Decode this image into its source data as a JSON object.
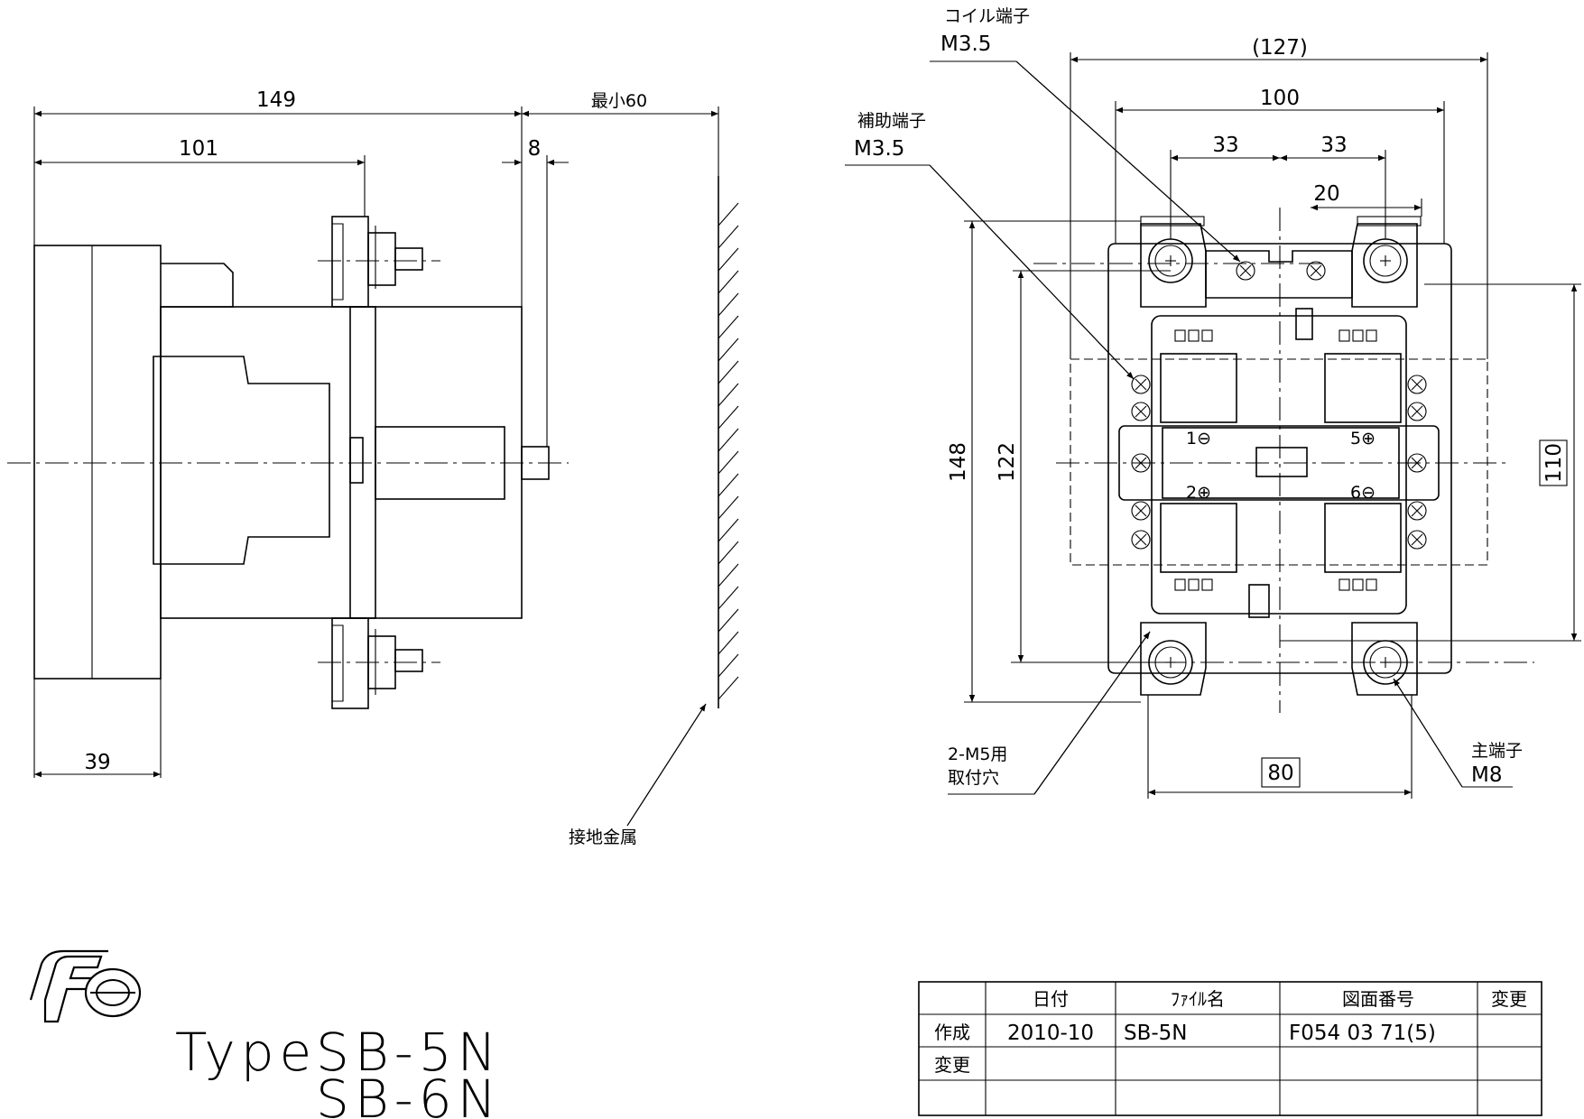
{
  "side_view": {
    "dim_149": "149",
    "dim_101": "101",
    "dim_min60": "最小60",
    "dim_8": "8",
    "dim_39": "39",
    "ground_label": "接地金属"
  },
  "front_view": {
    "coil_terminal_label": "コイル端子",
    "coil_terminal_size": "M3.5",
    "aux_terminal_label": "補助端子",
    "aux_terminal_size": "M3.5",
    "dim_127": "(127)",
    "dim_100": "100",
    "dim_33_left": "33",
    "dim_33_right": "33",
    "dim_20": "20",
    "dim_148": "148",
    "dim_122": "122",
    "dim_110": "110",
    "dim_80": "80",
    "mount_hole_label_1": "2-M5用",
    "mount_hole_label_2": "取付穴",
    "main_terminal_label": "主端子",
    "main_terminal_size": "M8",
    "pole_1": "1⊖",
    "pole_5": "5⊕",
    "pole_2": "2⊕",
    "pole_6": "6⊖"
  },
  "title_block": {
    "logo": "Fe",
    "type_prefix": "Type",
    "model_1": "SB-5N",
    "model_2": "SB-6N"
  },
  "record_table": {
    "headers": [
      "",
      "日付",
      "ﾌｧｲﾙ名",
      "図面番号",
      "変更"
    ],
    "rows": [
      [
        "作成",
        "2010-10",
        "SB-5N",
        "F054 03 71(5)",
        ""
      ],
      [
        "変更",
        "",
        "",
        "",
        ""
      ],
      [
        "",
        "",
        "",
        "",
        ""
      ]
    ]
  }
}
